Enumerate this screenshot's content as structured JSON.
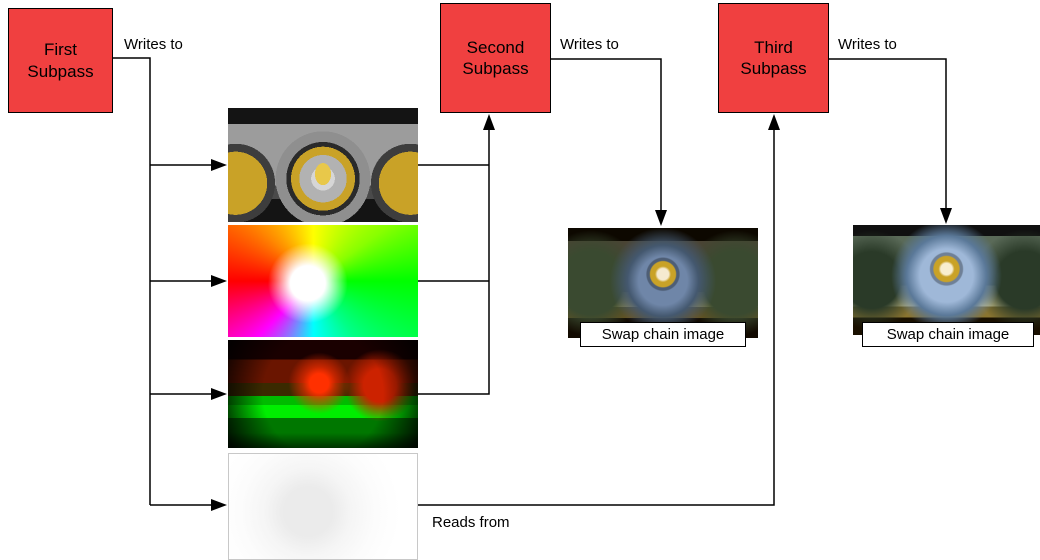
{
  "nodes": {
    "first": {
      "label": "First Subpass"
    },
    "second": {
      "label": "Second Subpass"
    },
    "third": {
      "label": "Third Subpass"
    }
  },
  "edges": {
    "first_writes_label": "Writes to",
    "second_writes_label": "Writes to",
    "third_writes_label": "Writes to",
    "reads_from_label": "Reads from"
  },
  "swapchain": {
    "label1": "Swap chain image",
    "label2": "Swap chain image"
  },
  "images": {
    "albedo_attachment": "rendered scene attachment (gray walls, gold arches)",
    "normal_attachment": "normals attachment (rainbow colors)",
    "position_attachment": "position attachment (red and green)",
    "depth_attachment": "depth attachment (near white)",
    "swapchain_1": "final composited scene",
    "swapchain_2": "final composited scene"
  },
  "colors": {
    "node_fill": "#f04040",
    "node_border": "#000000",
    "edge": "#000000",
    "background": "#ffffff"
  }
}
